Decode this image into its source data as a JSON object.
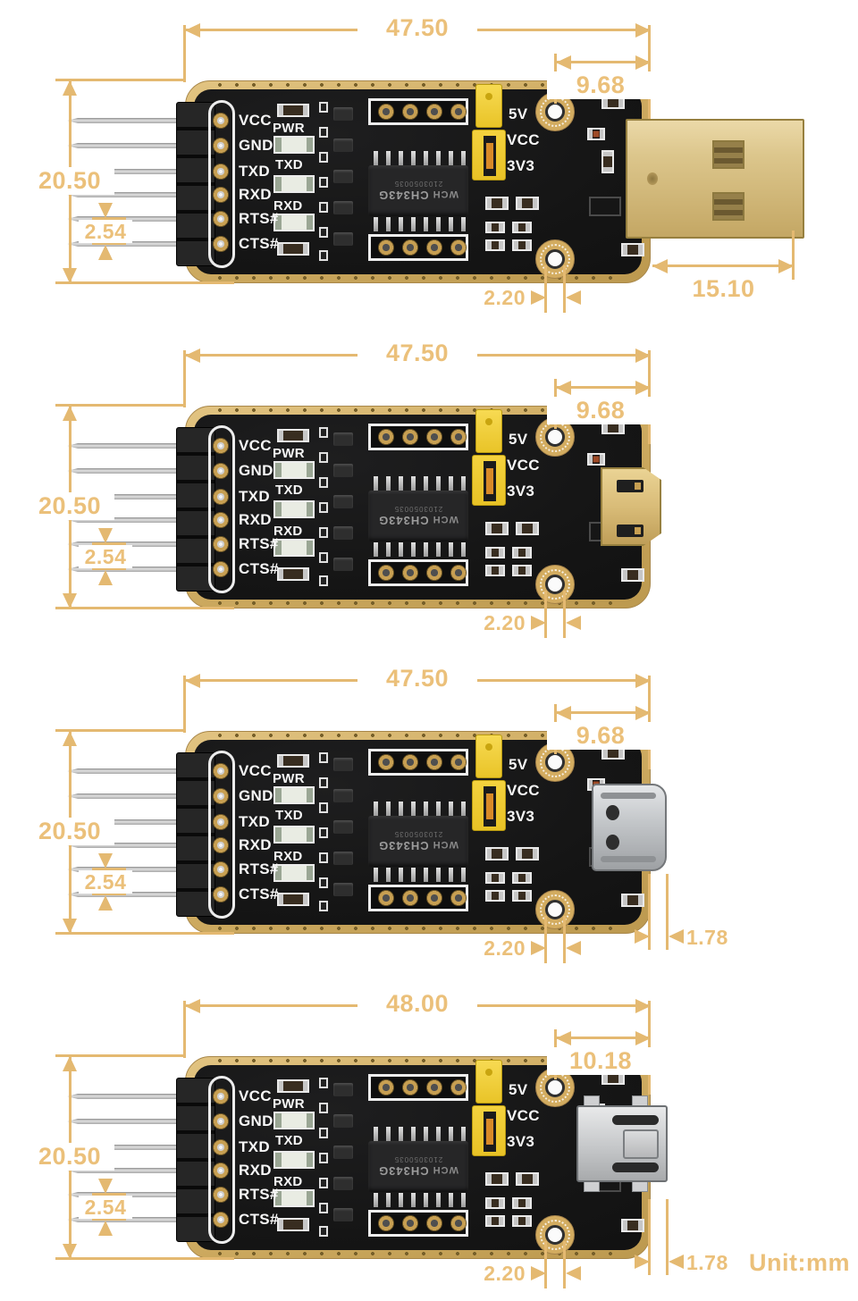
{
  "dim_color": "#E4B971",
  "boards": [
    {
      "connector_key": "usb-a",
      "dims": {
        "width": "47.50",
        "right_offset": "9.68",
        "height": "20.50",
        "pin_pitch": "2.54",
        "hole_offset": "2.20",
        "connector_length": "15.10"
      },
      "pins": [
        "VCC",
        "GND",
        "TXD",
        "RXD",
        "RTS#",
        "CTS#"
      ],
      "leds": [
        "PWR",
        "TXD",
        "RXD"
      ],
      "jumper": [
        "5V",
        "VCC",
        "3V3"
      ],
      "chip": {
        "logo": "WCH",
        "part": "CH343G",
        "lot": "2103050035"
      }
    },
    {
      "connector_key": "micro-usb",
      "dims": {
        "width": "47.50",
        "right_offset": "9.68",
        "height": "20.50",
        "pin_pitch": "2.54",
        "hole_offset": "2.20"
      },
      "pins": [
        "VCC",
        "GND",
        "TXD",
        "RXD",
        "RTS#",
        "CTS#"
      ],
      "leds": [
        "PWR",
        "TXD",
        "RXD"
      ],
      "jumper": [
        "5V",
        "VCC",
        "3V3"
      ],
      "chip": {
        "logo": "WCH",
        "part": "CH343G",
        "lot": "2103050035"
      }
    },
    {
      "connector_key": "usb-c",
      "dims": {
        "width": "47.50",
        "right_offset": "9.68",
        "height": "20.50",
        "pin_pitch": "2.54",
        "hole_offset": "2.20",
        "edge_offset": "1.78"
      },
      "pins": [
        "VCC",
        "GND",
        "TXD",
        "RXD",
        "RTS#",
        "CTS#"
      ],
      "leds": [
        "PWR",
        "TXD",
        "RXD"
      ],
      "jumper": [
        "5V",
        "VCC",
        "3V3"
      ],
      "chip": {
        "logo": "WCH",
        "part": "CH343G",
        "lot": "2103050035"
      }
    },
    {
      "connector_key": "mini-usb",
      "dims": {
        "width": "48.00",
        "right_offset": "10.18",
        "height": "20.50",
        "pin_pitch": "2.54",
        "hole_offset": "2.20",
        "edge_offset": "1.78"
      },
      "unit_label": "Unit:mm",
      "pins": [
        "VCC",
        "GND",
        "TXD",
        "RXD",
        "RTS#",
        "CTS#"
      ],
      "leds": [
        "PWR",
        "TXD",
        "RXD"
      ],
      "jumper": [
        "5V",
        "VCC",
        "3V3"
      ],
      "chip": {
        "logo": "WCH",
        "part": "CH343G",
        "lot": "2103050035"
      }
    }
  ]
}
